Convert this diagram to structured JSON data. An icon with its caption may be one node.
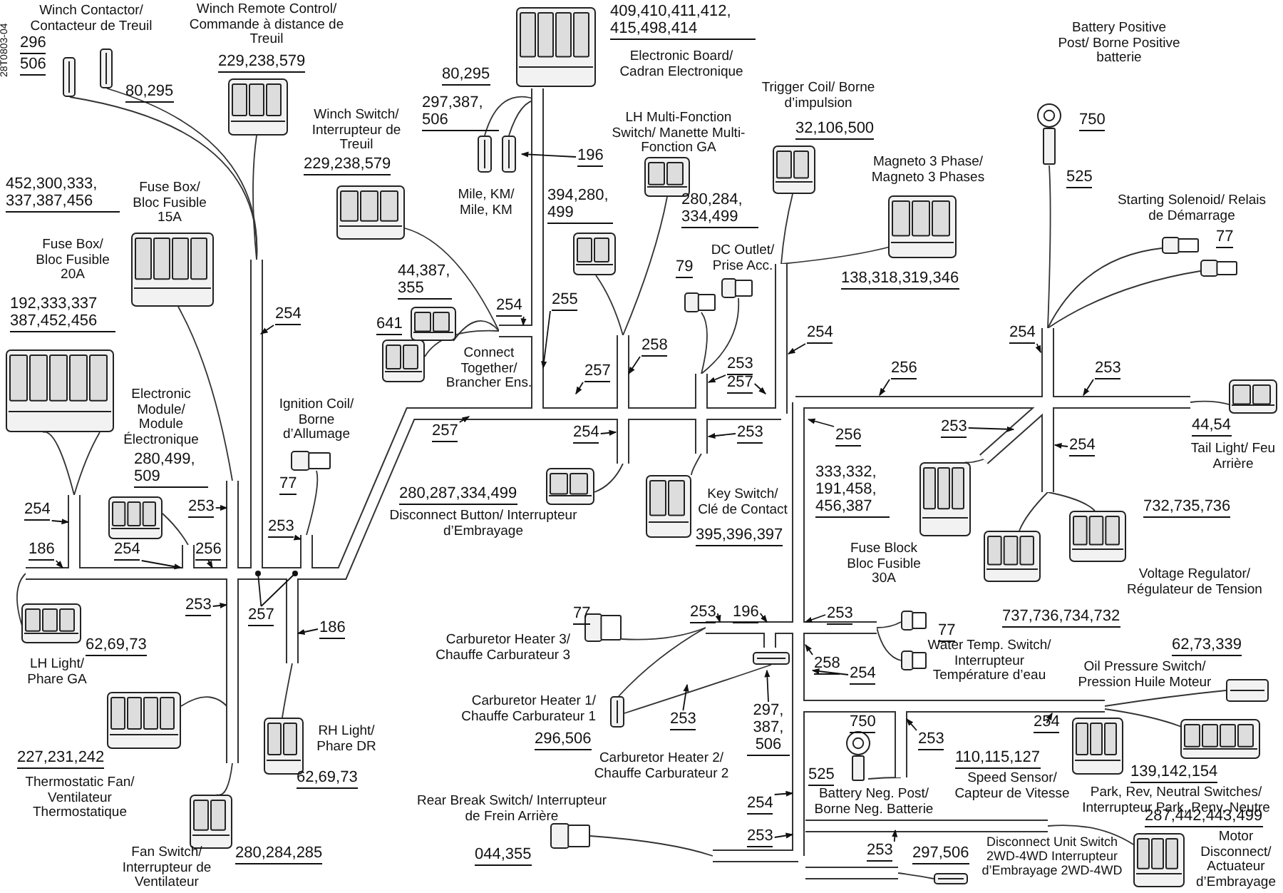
{
  "diagram": {
    "nodes": [
      {
        "text": [],
        "shape": "picture",
        "beside": [
          "Winch Contactor/ Contacteur de Treuil",
          "296",
          "506",
          "80,295"
        ]
      },
      {
        "text": [],
        "shape": "picture",
        "beside": [
          "Winch Remote Control/ Commande à distance de Treuil",
          "229,238,579"
        ]
      },
      {
        "text": [],
        "shape": "picture",
        "beside": [
          "Winch Switch/ Interrupteur de Treuil",
          "229,238,579"
        ]
      },
      {
        "text": [],
        "shape": "picture",
        "beside": [
          "409,410,411,412, 415,498,414",
          "Electronic Board/ Cadran Electronique"
        ]
      },
      {
        "text": [],
        "shape": "picture",
        "beside": [
          "80,295",
          "297,387, 506",
          "Mile, KM/ Mile, KM"
        ]
      },
      {
        "text": [],
        "shape": "picture",
        "beside": [
          "Battery Positive Post/ Borne Positive batterie",
          "750",
          "525"
        ]
      },
      {
        "text": [],
        "shape": "picture",
        "beside": [
          "Trigger Coil/ Borne d’impulsion",
          "32,106,500"
        ]
      },
      {
        "text": [],
        "shape": "picture",
        "beside": [
          "LH Multi-Fonction Switch/ Manette Multi-Fonction GA",
          "280,284, 334,499"
        ]
      },
      {
        "text": [],
        "shape": "picture",
        "beside": [
          "Magneto 3 Phase/ Magneto 3 Phases",
          "138,318,319,346"
        ]
      },
      {
        "text": [],
        "shape": "picture",
        "beside": [
          "452,300,333, 337,387,456",
          "Fuse Box/ Bloc Fusible 15A"
        ]
      },
      {
        "text": [],
        "shape": "picture",
        "beside": [
          "Starting Solenoid/ Relais de Démarrage",
          "77"
        ]
      },
      {
        "text": [],
        "shape": "picture",
        "beside": [
          "394,280, 499"
        ]
      },
      {
        "text": [],
        "shape": "picture",
        "beside": [
          "Fuse Box/ Bloc Fusible 20A",
          "192,333,337 387,452,456"
        ]
      },
      {
        "text": [],
        "shape": "picture",
        "beside": [
          "79",
          "DC Outlet/ Prise Acc."
        ]
      },
      {
        "text": [],
        "shape": "picture",
        "beside": [
          "44,387, 355"
        ]
      },
      {
        "text": [],
        "shape": "picture",
        "beside": [
          "641"
        ]
      },
      {
        "text": [],
        "shape": "picture",
        "beside": [
          "Electronic Module/ Module Électronique",
          "280,499, 509"
        ]
      },
      {
        "text": [],
        "shape": "picture",
        "beside": [
          "Ignition Coil/ Borne d’Allumage",
          "77"
        ]
      },
      {
        "text": [],
        "shape": "picture",
        "beside": [
          "44,54",
          "Tail Light/ Feu Arrière"
        ]
      },
      {
        "text": [],
        "shape": "picture",
        "beside": [
          "333,332, 191,458, 456,387",
          "Fuse Block Bloc Fusible 30A"
        ]
      },
      {
        "text": [],
        "shape": "picture",
        "beside": [
          "280,287,334,499",
          "Disconnect Button/ Interrupteur d’Embrayage"
        ]
      },
      {
        "text": [],
        "shape": "picture",
        "beside": [
          "Key Switch/ Clé de Contact",
          "395,396,397"
        ]
      },
      {
        "text": [],
        "shape": "picture",
        "beside": [
          "732,735,736",
          "Voltage Regulator/ Régulateur de Tension",
          "737,736,734,732"
        ]
      },
      {
        "text": [],
        "shape": "picture",
        "beside": [
          "62,69,73",
          "LH Light/ Phare GA"
        ]
      },
      {
        "text": [],
        "shape": "picture",
        "beside": [
          "77",
          "Carburetor Heater 3/ Chauffe Carburateur 3"
        ]
      },
      {
        "text": [],
        "shape": "picture",
        "beside": [
          "77",
          "Water Temp. Switch/ Interrupteur Température d’eau"
        ]
      },
      {
        "text": [],
        "shape": "picture",
        "beside": [
          "62,73,339",
          "Oil Pressure Switch/ Pression Huile Moteur"
        ]
      },
      {
        "text": [],
        "shape": "picture",
        "beside": [
          "Carburetor Heater 1/ Chauffe Carburateur 1",
          "296,506"
        ]
      },
      {
        "text": [],
        "shape": "picture",
        "beside": [
          "227,231,242",
          "Thermostatic Fan/ Ventilateur Thermostatique"
        ]
      },
      {
        "text": [],
        "shape": "picture",
        "beside": [
          "RH Light/ Phare DR",
          "62,69,73"
        ]
      },
      {
        "text": [],
        "shape": "picture",
        "beside": [
          "750",
          "525",
          "Battery Neg. Post/ Borne Neg. Batterie"
        ]
      },
      {
        "text": [],
        "shape": "picture"
      },
      {
        "text": [],
        "shape": "picture",
        "beside": [
          "110,115,127",
          "Speed Sensor/ Capteur de Vitesse"
        ]
      },
      {
        "text": [],
        "shape": "picture",
        "beside": [
          "139,142,154",
          "Park, Rev, Neutral Switches/ Interrupteur Park, Renv, Neutre"
        ]
      },
      {
        "text": [],
        "shape": "picture",
        "beside": [
          "Rear Break Switch/ Interrupteur de Frein Arrière",
          "044,355"
        ]
      },
      {
        "text": [],
        "shape": "picture",
        "beside": [
          "Fan Switch/ Interrupteur de Ventilateur",
          "280,284,285"
        ]
      },
      {
        "text": [],
        "shape": "picture",
        "beside": [
          "287,442,443,499",
          "Motor Disconnect/ Actuateur d’Embrayage"
        ]
      },
      {
        "text": [],
        "shape": "picture",
        "beside": [
          "297,506",
          "Disconnect Unit Switch 2WD-4WD Interrupteur d’Embrayage 2WD-4WD"
        ]
      }
    ],
    "labels": [
      "28T0803-04",
      "196",
      "254",
      "254",
      "255",
      "Connect Together/ Brancher Ens.",
      "258",
      "257",
      "253",
      "257",
      "254",
      "256",
      "254",
      "253",
      "257",
      "254",
      "253",
      "256",
      "253",
      "254",
      "254",
      "253",
      "253",
      "186",
      "254",
      "256",
      "253",
      "257",
      "186",
      "253",
      "196",
      "253",
      "258",
      "254",
      "253",
      "297, 387, 506",
      "Carburetor Heater 2/ Chauffe Carburateur 2",
      "254",
      "253",
      "254",
      "253",
      "253"
    ]
  }
}
